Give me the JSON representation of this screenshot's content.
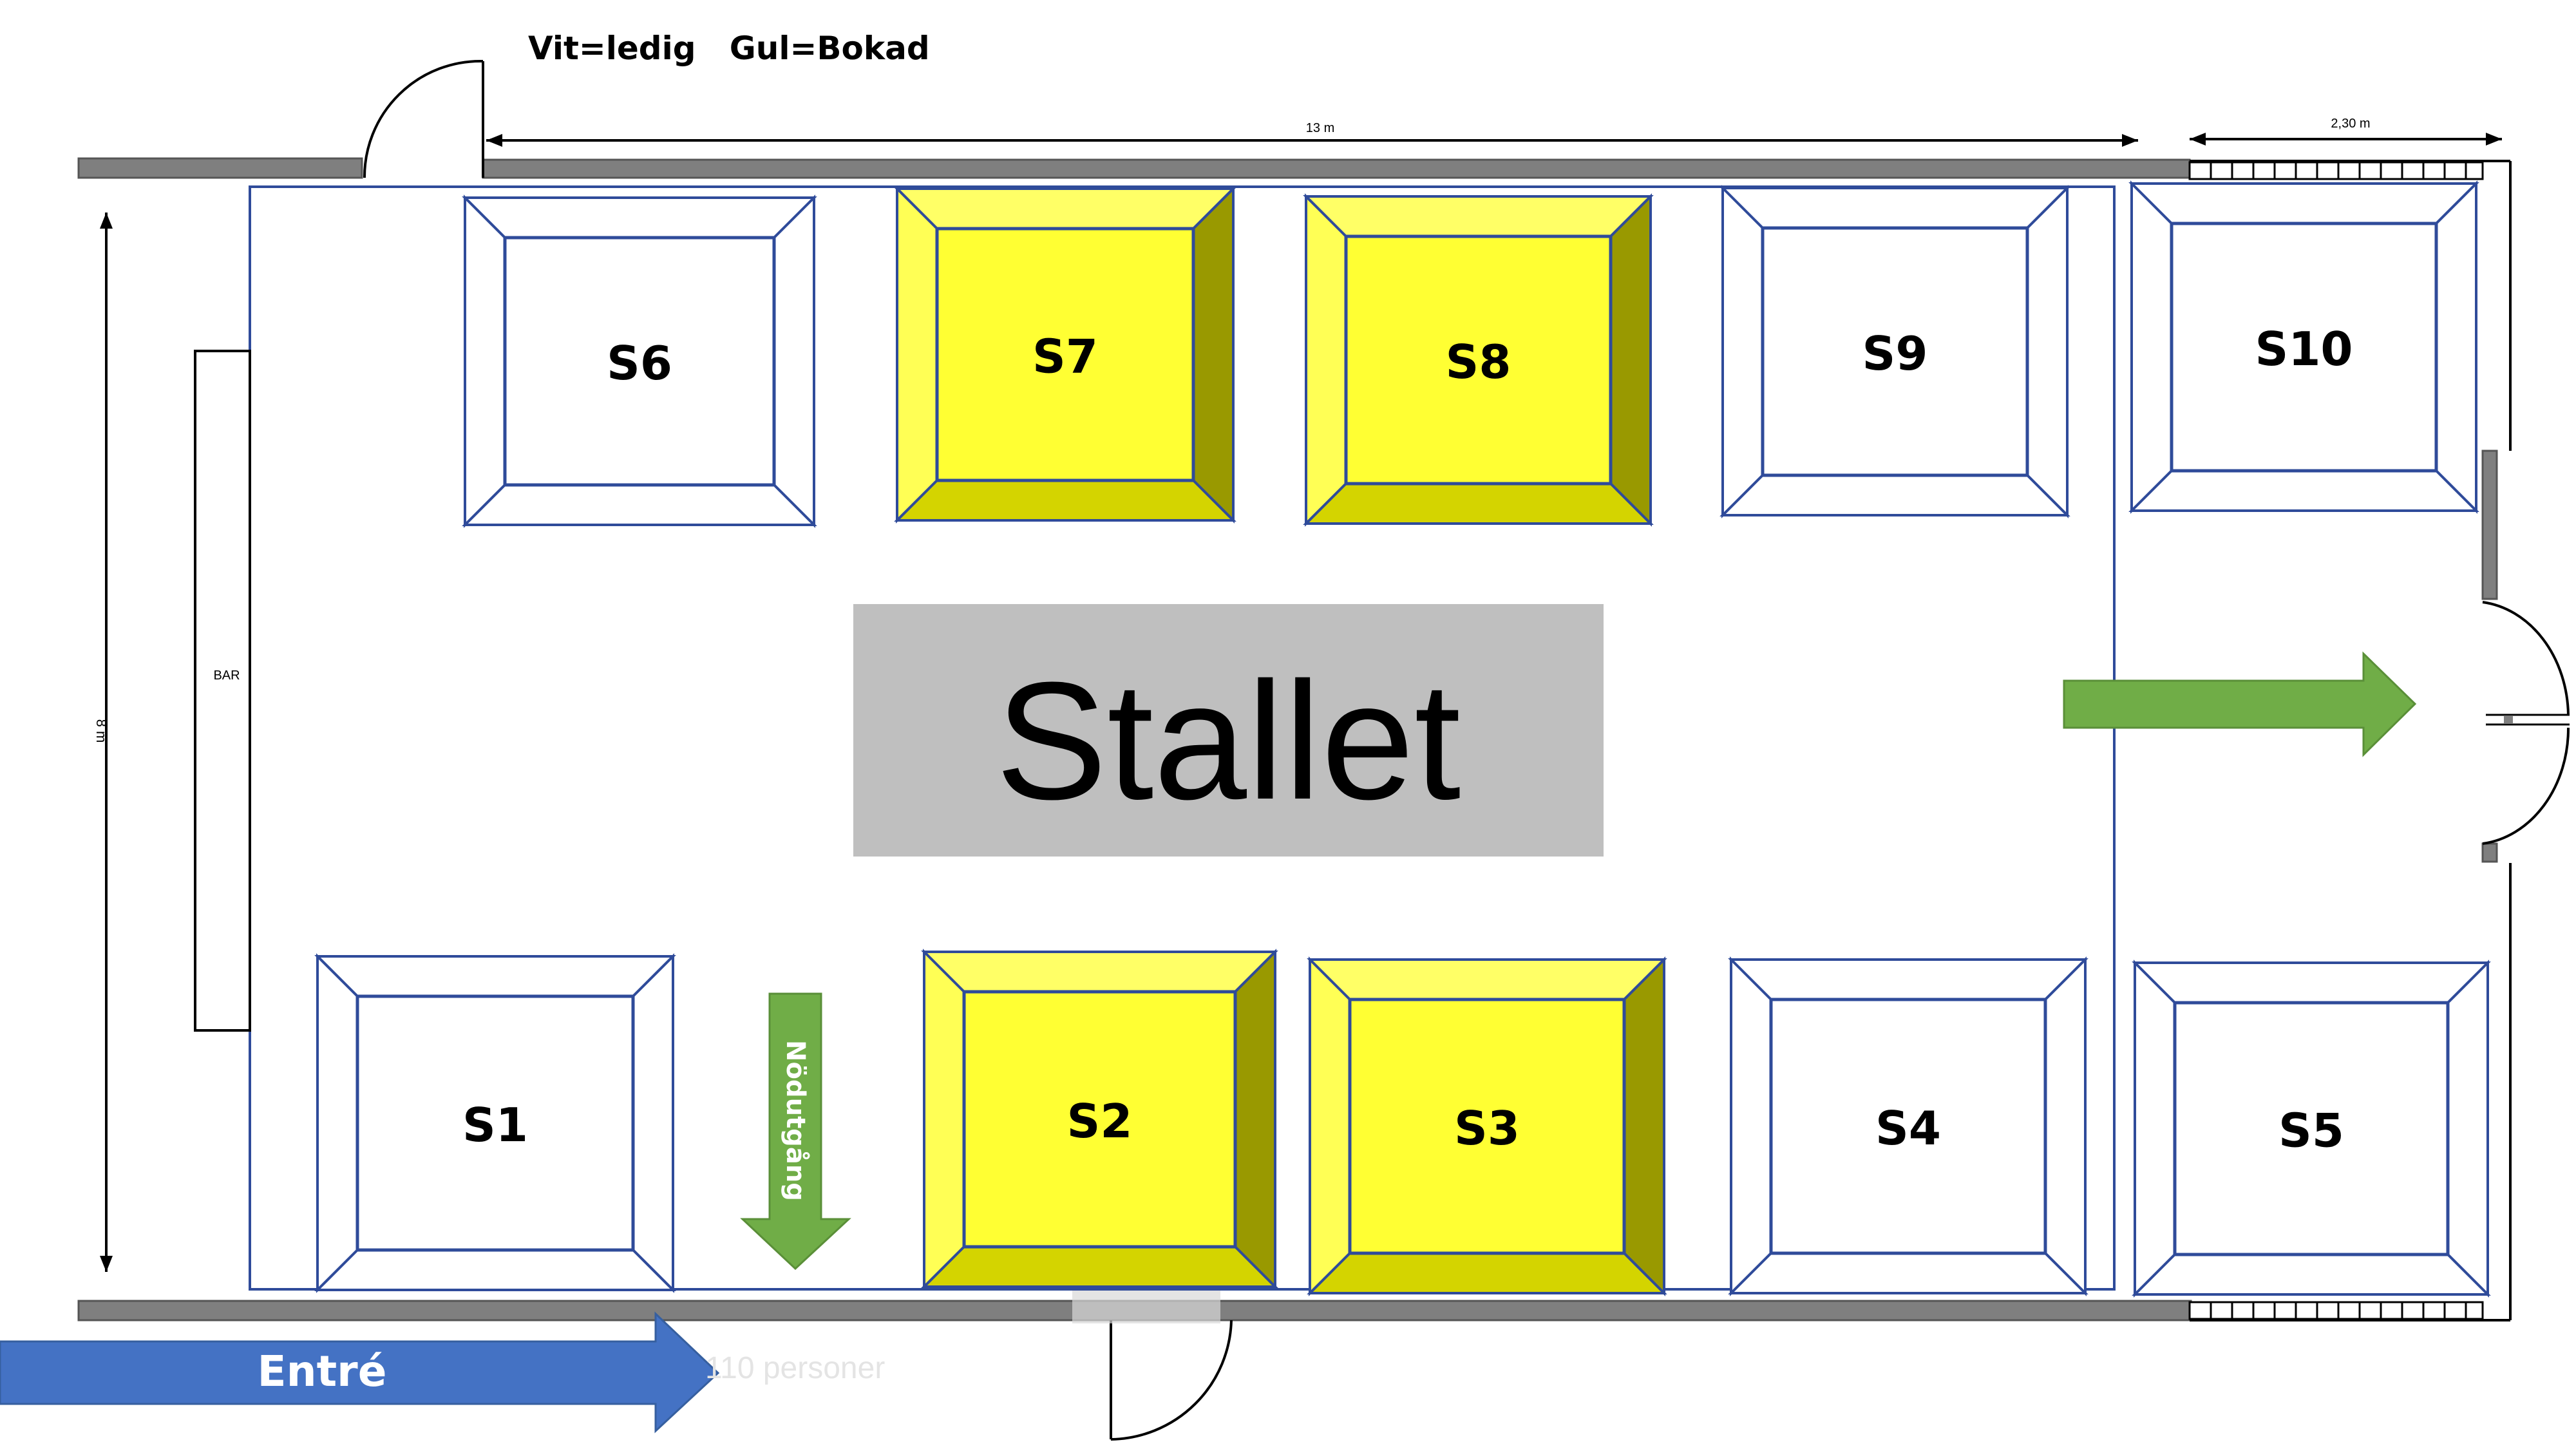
{
  "legend": {
    "text": "Vit=ledig   Gul=Bokad"
  },
  "dimensions": {
    "length": "13 m",
    "ext": "2,30 m",
    "width": "8 m"
  },
  "bar_label": "BAR",
  "center_label": "Stallet",
  "emergency_label": "Nödutgång",
  "entrance_label": "Entré",
  "faded_text": "110 personer",
  "colors": {
    "free": "#ffffff",
    "booked": "#ffff33",
    "booked_dark": "#999900",
    "booked_mid": "#d4d400",
    "outline": "#2f4b9a",
    "wall": "#808080",
    "arrow_green": "#70ad47",
    "arrow_blue": "#4472c4",
    "stallet_bg": "#bfbfbf"
  },
  "stalls": [
    {
      "id": "S6",
      "label": "S6",
      "status": "free"
    },
    {
      "id": "S7",
      "label": "S7",
      "status": "booked"
    },
    {
      "id": "S8",
      "label": "S8",
      "status": "booked"
    },
    {
      "id": "S9",
      "label": "S9",
      "status": "free"
    },
    {
      "id": "S10",
      "label": "S10",
      "status": "free"
    },
    {
      "id": "S1",
      "label": "S1",
      "status": "free"
    },
    {
      "id": "S2",
      "label": "S2",
      "status": "booked"
    },
    {
      "id": "S3",
      "label": "S3",
      "status": "booked"
    },
    {
      "id": "S4",
      "label": "S4",
      "status": "free"
    },
    {
      "id": "S5",
      "label": "S5",
      "status": "free"
    }
  ]
}
